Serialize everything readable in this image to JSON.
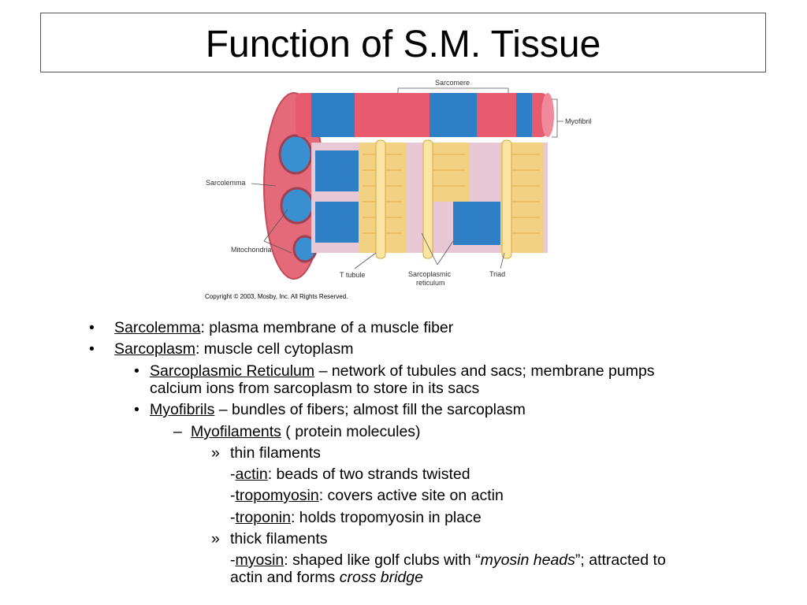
{
  "slide": {
    "title": "Function of S.M. Tissue"
  },
  "figure": {
    "labels": {
      "sarcomere": "Sarcomere",
      "myofibril": "Myofibril",
      "sarcolemma": "Sarcolemma",
      "mitochondria": "Mitochondria",
      "t_tubule": "T tubule",
      "sarcoplasmic_1": "Sarcoplasmic",
      "sarcoplasmic_2": "reticulum",
      "triad": "Triad"
    },
    "copyright": "Copyright © 2003, Mosby, Inc. All Rights Reserved.",
    "colors": {
      "sarcolemma": "#e46a7a",
      "myofibril_red": "#e85a6e",
      "myofibril_blue": "#2f7fc6",
      "reticulum": "#f3d27a"
    }
  },
  "bullets": {
    "b1_term": "Sarcolemma",
    "b1_rest": ": plasma membrane of a muscle fiber",
    "b2_term": "Sarcoplasm",
    "b2_rest": ": muscle cell cytoplasm",
    "b3_term": "Sarcoplasmic Reticulum",
    "b3_rest1": " – network of tubules and sacs; membrane pumps",
    "b3_rest2": "calcium ions from sarcoplasm to store in its sacs",
    "b4_term": "Myofibrils",
    "b4_rest": " – bundles of fibers; almost fill the sarcoplasm",
    "b5_term": "Myofilaments",
    "b5_rest": " ( protein molecules)",
    "b6_text": "thin filaments",
    "b7_pre": "-",
    "b7_term": "actin",
    "b7_rest": ": beads of two strands twisted",
    "b8_pre": "-",
    "b8_term": "tropomyosin",
    "b8_rest": ": covers active site on actin",
    "b9_pre": "-",
    "b9_term": "troponin",
    "b9_rest": ": holds tropomyosin in place",
    "b10_text": "thick filaments",
    "b11_pre": "-",
    "b11_term": "myosin",
    "b11_rest1": ": shaped like golf clubs with “",
    "b11_italic1": "myosin heads",
    "b11_rest2": "”; attracted to",
    "b11_line2": "actin and forms ",
    "b11_italic2": "cross bridge"
  },
  "markers": {
    "bullet": "•",
    "dash": "–",
    "raquo": "»"
  }
}
